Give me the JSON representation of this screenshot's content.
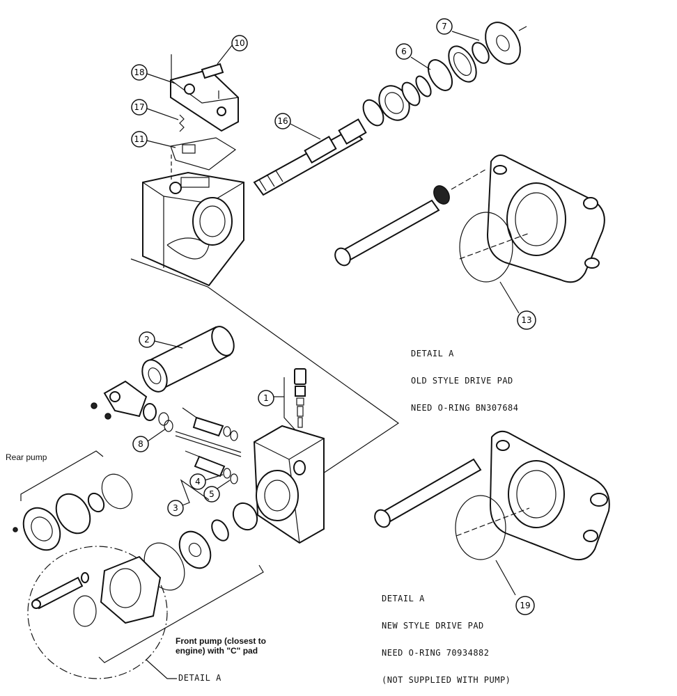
{
  "callouts": [
    "1",
    "2",
    "3",
    "4",
    "5",
    "6",
    "7",
    "8",
    "10",
    "11",
    "13",
    "16",
    "17",
    "18",
    "19"
  ],
  "detail_old": {
    "line1": "DETAIL A",
    "line2": "OLD STYLE DRIVE PAD",
    "line3": "NEED O-RING BN307684"
  },
  "detail_new": {
    "line1": "DETAIL A",
    "line2": "NEW STYLE DRIVE PAD",
    "line3": "NEED O-RING 70934882",
    "line4": "(NOT SUPPLIED WITH PUMP)"
  },
  "labels": {
    "rear_pump": "Rear pump",
    "front_pump_line1": "Front pump (closest to",
    "front_pump_line2": "engine) with \"C\" pad",
    "detail_a": "DETAIL A"
  }
}
